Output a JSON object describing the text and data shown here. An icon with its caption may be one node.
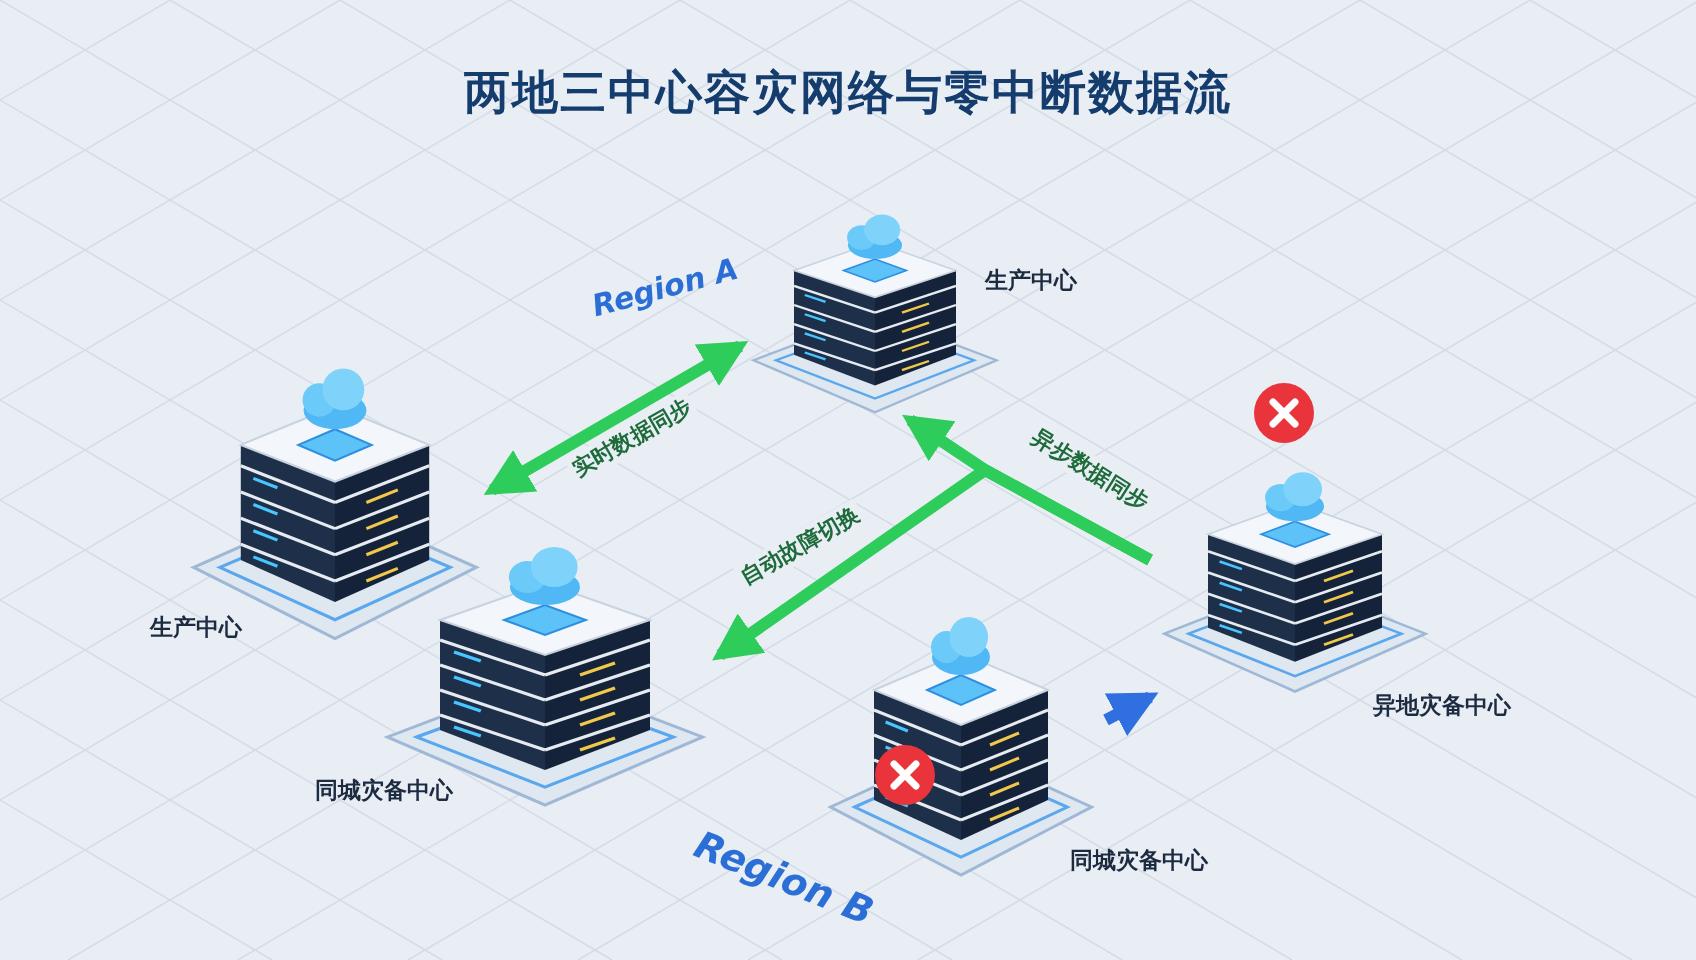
{
  "diagram": {
    "title": "两地三中心容灾网络与零中断数据流",
    "nodes": [
      {
        "text": [
          "生产中心"
        ]
      },
      {
        "text": [
          "生产中心"
        ]
      },
      {
        "text": [
          "同城灾备中心"
        ]
      },
      {
        "text": [
          "同城灾备中心"
        ]
      },
      {
        "text": [
          "异地灾备中心"
        ]
      }
    ],
    "edges": [
      {
        "from": 1,
        "to": 0,
        "arrow": "both",
        "label": "实时数据同步"
      },
      {
        "from": 4,
        "to": 0,
        "arrow": "to",
        "label": "异步数据同步"
      },
      {
        "from": 4,
        "to": 2,
        "arrow": "to",
        "label": "自动故障切换"
      },
      {
        "from": 3,
        "to": 4,
        "arrow": "to",
        "color": "#2f6fe0"
      }
    ],
    "labels": [
      "Region A",
      "Region B"
    ]
  }
}
